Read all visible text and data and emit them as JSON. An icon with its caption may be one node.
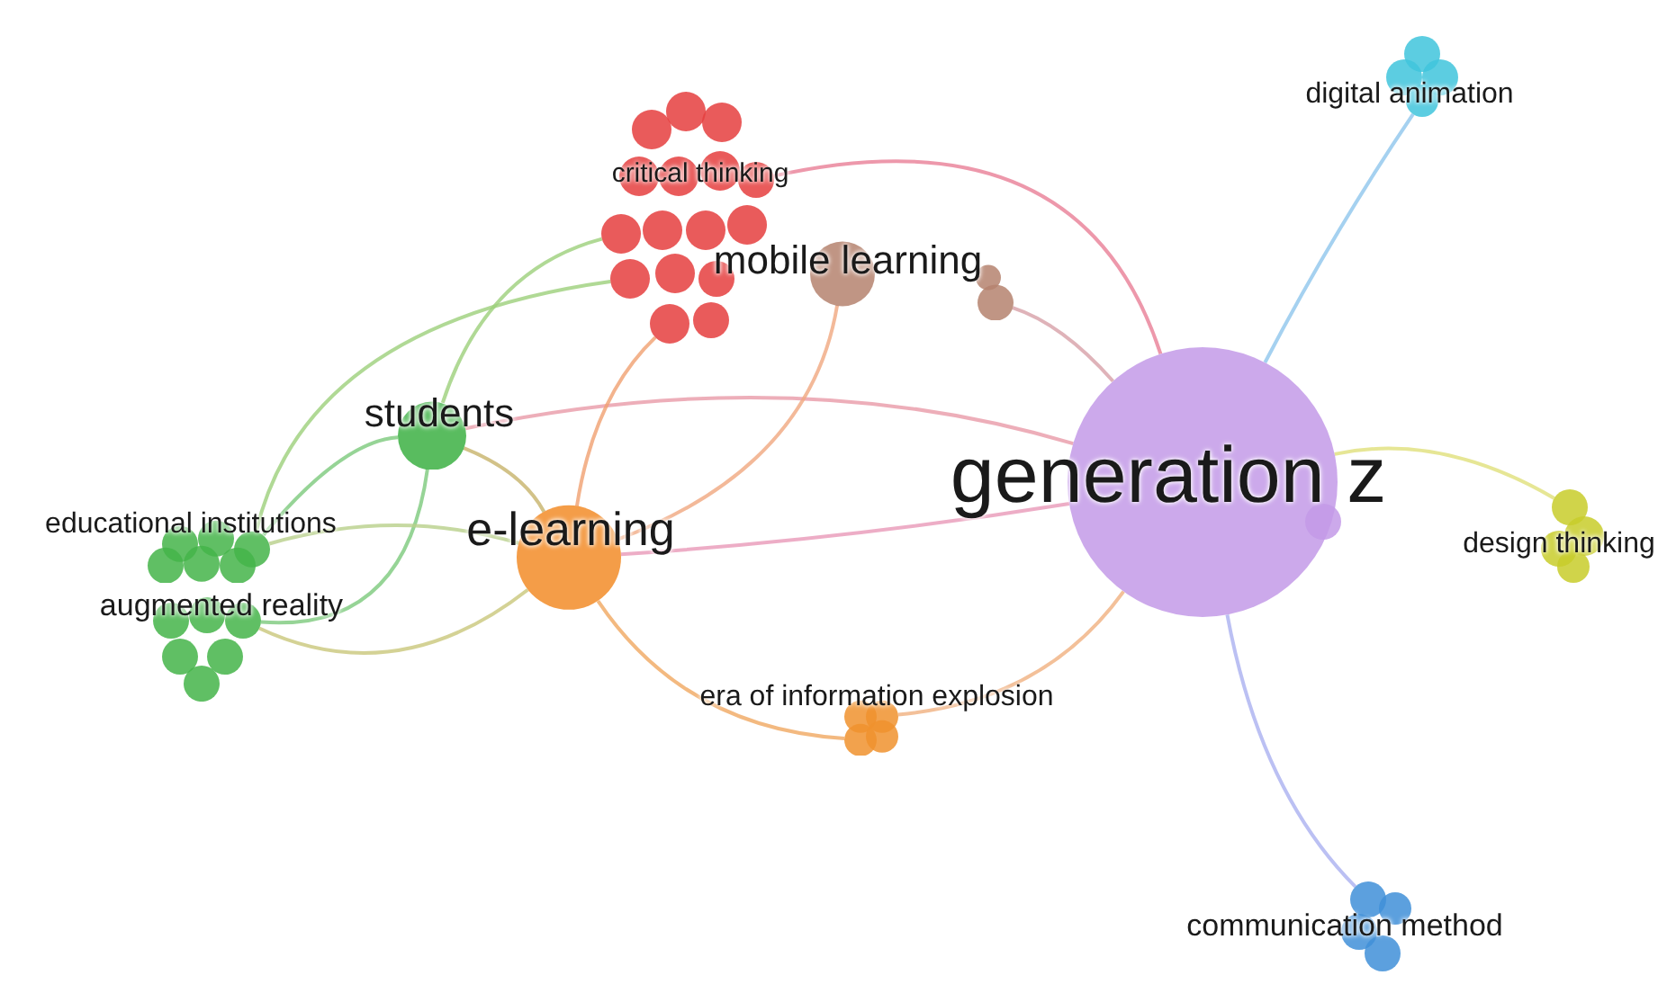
{
  "diagram": {
    "nodes": [
      {
        "text": [
          "critical thinking"
        ]
      },
      {
        "text": [
          "mobile learning"
        ]
      },
      {
        "text": [
          "students"
        ]
      },
      {
        "text": [
          "educational institutions"
        ]
      },
      {
        "text": [
          "augmented reality"
        ]
      },
      {
        "text": [
          "e-learning"
        ]
      },
      {
        "text": [
          "era of information explosion"
        ]
      },
      {
        "text": [
          "generation z"
        ]
      },
      {
        "text": [
          "digital animation"
        ]
      },
      {
        "text": [
          "design thinking"
        ]
      },
      {
        "text": [
          "communication method"
        ]
      }
    ],
    "edges": [
      {
        "from": 2,
        "to": 3,
        "arrow": "none",
        "color": "#7cc97c"
      },
      {
        "from": 2,
        "to": 4,
        "arrow": "none",
        "color": "#7cc97c"
      },
      {
        "from": 2,
        "to": 5,
        "arrow": "none",
        "color": "#c7b36a"
      },
      {
        "from": 2,
        "to": 0,
        "arrow": "none",
        "color": "#9ccf7a"
      },
      {
        "from": 2,
        "to": 7,
        "arrow": "none",
        "color": "#e89aa8"
      },
      {
        "from": 3,
        "to": 5,
        "arrow": "none",
        "color": "#b8d08a"
      },
      {
        "from": 4,
        "to": 5,
        "arrow": "none",
        "color": "#c9c77a"
      },
      {
        "from": 3,
        "to": 0,
        "arrow": "none",
        "color": "#9ccf7a"
      },
      {
        "from": 5,
        "to": 0,
        "arrow": "none",
        "color": "#f0a070"
      },
      {
        "from": 5,
        "to": 6,
        "arrow": "none",
        "color": "#f0a860"
      },
      {
        "from": 5,
        "to": 7,
        "arrow": "none",
        "color": "#e898b8"
      },
      {
        "from": 0,
        "to": 7,
        "arrow": "none",
        "color": "#e87e96"
      },
      {
        "from": 1,
        "to": 7,
        "arrow": "none",
        "color": "#d7a0a8"
      },
      {
        "from": 6,
        "to": 7,
        "arrow": "none",
        "color": "#f0b080"
      },
      {
        "from": 8,
        "to": 7,
        "arrow": "none",
        "color": "#8fc6ec"
      },
      {
        "from": 9,
        "to": 7,
        "arrow": "none",
        "color": "#e0e07a"
      },
      {
        "from": 10,
        "to": 7,
        "arrow": "none",
        "color": "#aab0f0"
      },
      {
        "from": 5,
        "to": 1,
        "arrow": "none",
        "color": "#f0a880"
      }
    ]
  }
}
